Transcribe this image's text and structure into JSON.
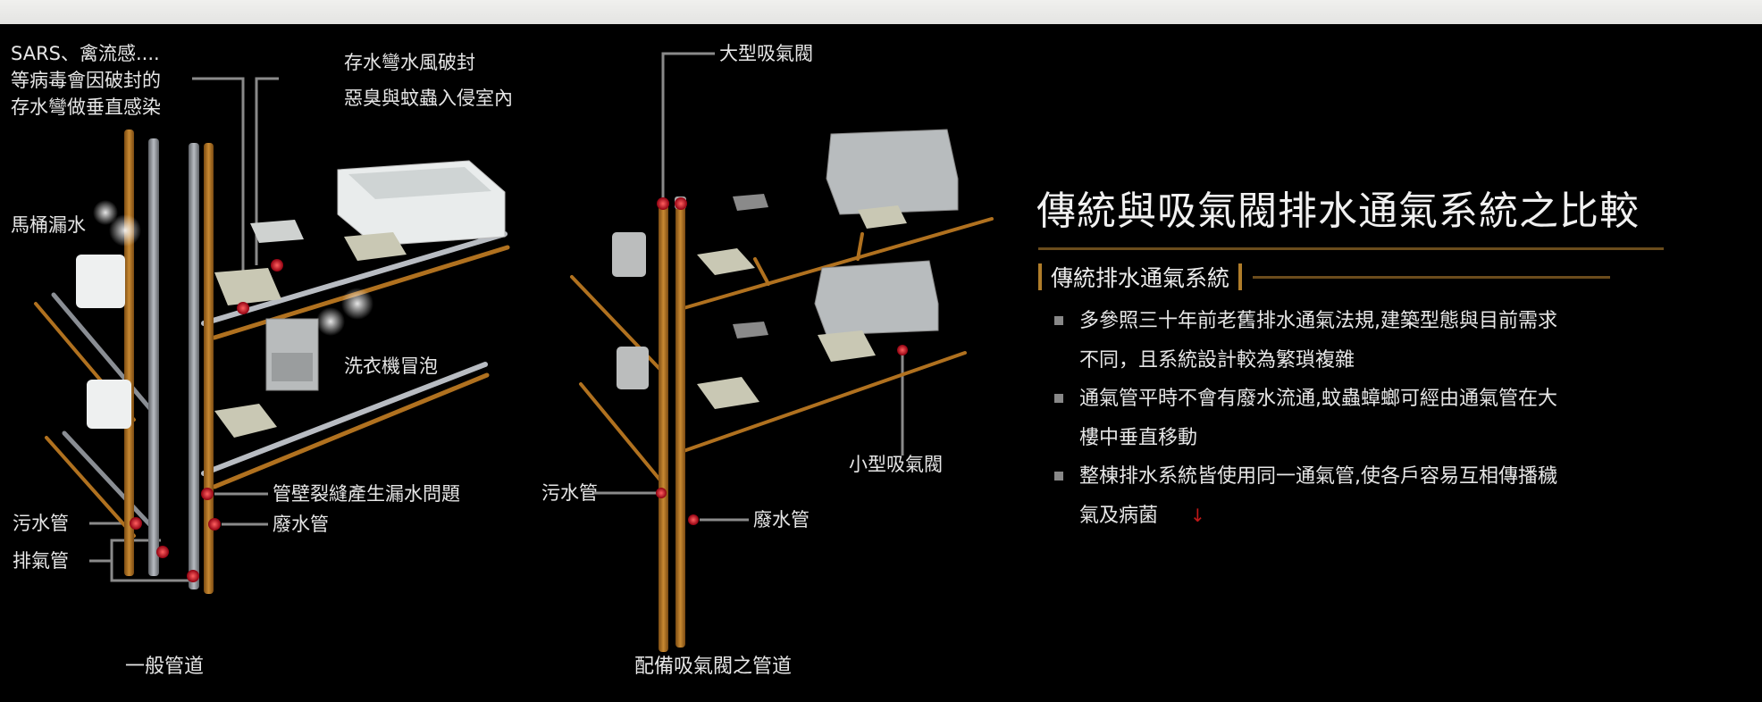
{
  "left_diagram": {
    "annotation_virus": [
      "SARS、禽流感....",
      "等病毒會因破封的",
      "存水彎做垂直感染"
    ],
    "annotation_trap": [
      "存水彎水風破封",
      "惡臭與蚊蟲入侵室內"
    ],
    "toilet_leak": "馬桶漏水",
    "washer_bubble": "洗衣機冒泡",
    "pipe_crack": "管壁裂縫產生漏水問題",
    "waste_pipe": "廢水管",
    "sewage_pipe": "污水管",
    "vent_pipe": "排氣管",
    "caption": "一般管道"
  },
  "right_diagram": {
    "large_valve": "大型吸氣閥",
    "small_valve": "小型吸氣閥",
    "sewage_pipe": "污水管",
    "waste_pipe": "廢水管",
    "caption": "配備吸氣閥之管道"
  },
  "panel": {
    "title": "傳統與吸氣閥排水通氣系統之比較",
    "subtitle": "傳統排水通氣系統",
    "bullets": [
      {
        "line1": "多參照三十年前老舊排水通氣法規,建築型態與目前需求",
        "line2": "不同，且系統設計較為繁瑣複雜"
      },
      {
        "line1": "通氣管平時不會有廢水流通,蚊蟲蟑螂可經由通氣管在大",
        "line2": "樓中垂直移動"
      },
      {
        "line1": "整棟排水系統皆使用同一通氣管,使各戶容易互相傳播穢",
        "line2": "氣及病菌"
      }
    ],
    "arrow": "↓"
  },
  "colors": {
    "copper": "#b0711f",
    "grey": "#9a9ea4",
    "valve": "#c0101a",
    "gold": "#6b4c1c"
  }
}
